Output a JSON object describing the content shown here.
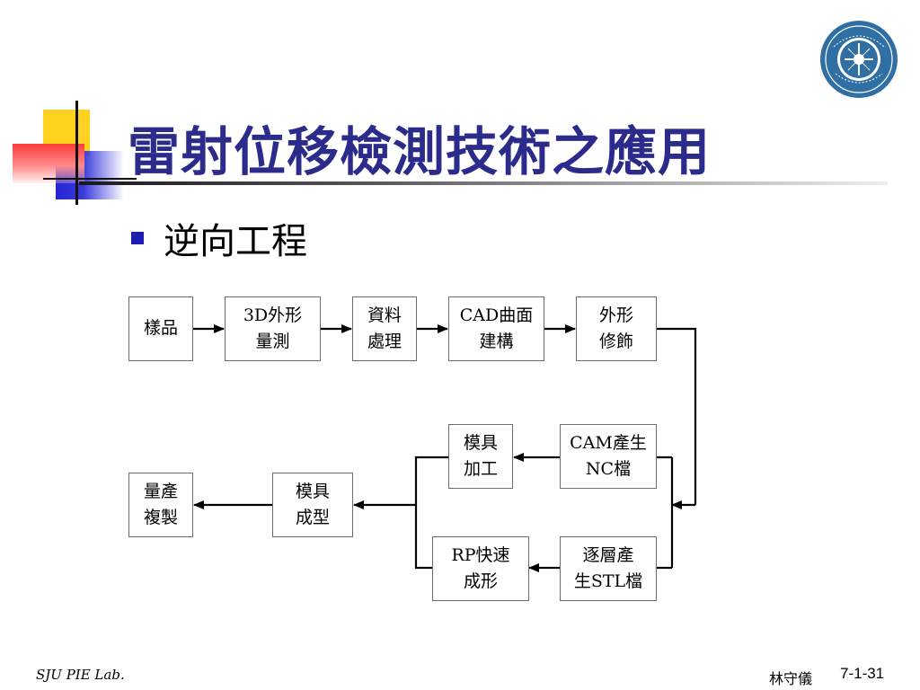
{
  "slide": {
    "title": "雷射位移檢測技術之應用",
    "bullet": "逆向工程"
  },
  "flow": {
    "nodes": {
      "sample": "樣品",
      "scan": "3D外形\n量測",
      "data": "資料\n處理",
      "cad": "CAD曲面\n建構",
      "shape": "外形\n修飾",
      "cam": "CAM產生\nNC檔",
      "mold_machining": "模具\n加工",
      "stl": "逐層產\n生STL檔",
      "rp": "RP快速\n成形",
      "mold_forming": "模具\n成型",
      "mass": "量產\n複製"
    }
  },
  "footer": {
    "lab": "SJU PIE Lab.",
    "author": "林守儀",
    "page": "7-1-31"
  },
  "colors": {
    "title": "#2b2b8c",
    "bullet": "#1d1db3",
    "logo": "#2f6fa3"
  }
}
